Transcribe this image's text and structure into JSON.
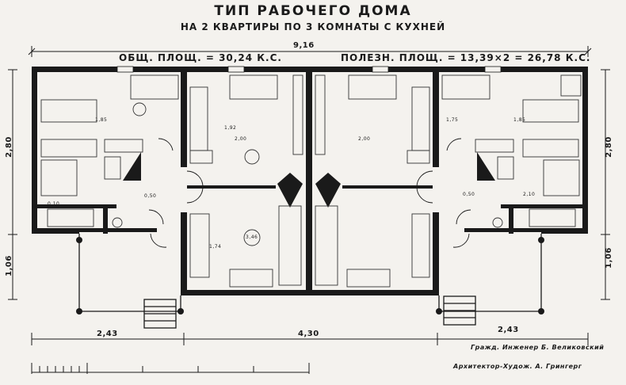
{
  "title": "ТИП РАБОЧЕГО ДОМА",
  "subtitle": "НА 2 КВАРТИРЫ  ПО 3 КОМНАТЫ С КУХНЕЙ",
  "areas": {
    "total": "ОБЩ. ПЛОЩ. = 30,24 К.С.",
    "useful": "ПОЛЕЗН. ПЛОЩ. = 13,39×2 = 26,78 К.С."
  },
  "dimensions": {
    "overall_width": "9,16",
    "left_height": "2,80",
    "right_height": "2,80",
    "left_porch_depth": "1,06",
    "right_porch_depth": "1,06",
    "bottom_left": "2,43",
    "bottom_center": "4,30",
    "bottom_right": "2,43"
  },
  "room_labels": {
    "left_room_width": "2,00",
    "right_room_width": "2,00",
    "center_area": "3,46",
    "left_wall_a": "1,92",
    "right_wall_a": "1,75",
    "left_wall_b": "1,74",
    "left_kitchen_a": "0,50",
    "left_kitchen_b": "0,10",
    "right_kitchen_a": "0,50",
    "right_kitchen_b": "2,10",
    "left_side_a": "1,85",
    "right_side_a": "1,85"
  },
  "credits": {
    "engineer": "Гражд. Инженер  Б. Великовский",
    "architect": "Архитектор-Худож.  А. Грингерг"
  }
}
